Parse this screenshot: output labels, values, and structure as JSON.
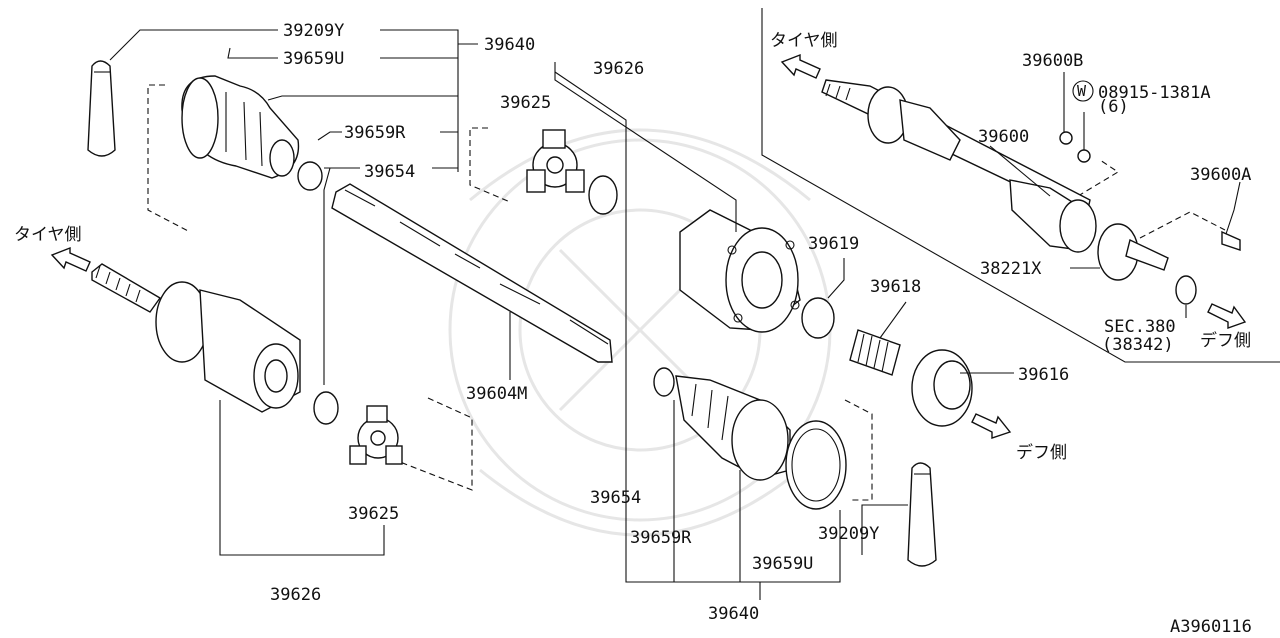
{
  "diagram_id": "A3960116",
  "labels": {
    "l_39209Y_top": "39209Y",
    "l_39659U_top": "39659U",
    "l_39640_top": "39640",
    "l_39659R_top": "39659R",
    "l_39654_top": "39654",
    "l_39626_top": "39626",
    "l_39625_top": "39625",
    "l_39604M": "39604M",
    "l_39625_bot": "39625",
    "l_39626_bot": "39626",
    "l_39654_bot": "39654",
    "l_39659R_bot": "39659R",
    "l_39659U_bot": "39659U",
    "l_39209Y_bot": "39209Y",
    "l_39640_bot": "39640",
    "l_39619": "39619",
    "l_39618": "39618",
    "l_39616": "39616",
    "l_39600B": "39600B",
    "l_08915": "08915-1381A",
    "l_08915_qty": "(6)",
    "l_W": "W",
    "l_39600": "39600",
    "l_39600A": "39600A",
    "l_38221X": "38221X",
    "l_sec380": "SEC.380",
    "l_38342": "(38342)"
  },
  "directions": {
    "tire_side": "タイヤ側",
    "diff_side": "デフ側"
  }
}
